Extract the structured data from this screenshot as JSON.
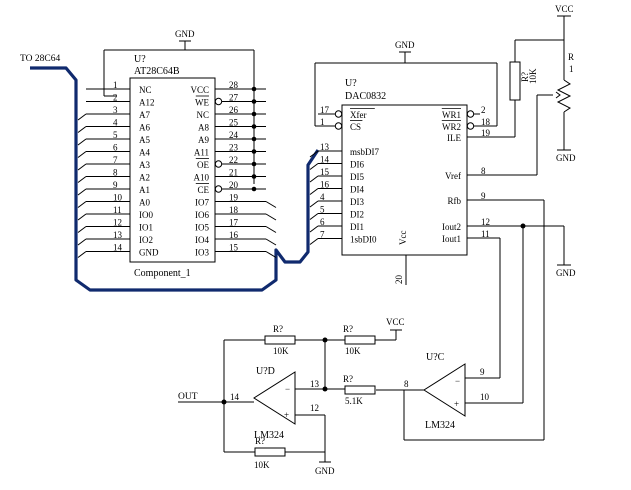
{
  "labels": {
    "to_eeprom": "TO 28C64",
    "out": "OUT"
  },
  "eeprom": {
    "ref": "U?",
    "part": "AT28C64B",
    "footer": "Component_1",
    "left_pins": [
      {
        "num": "1",
        "name": "NC"
      },
      {
        "num": "2",
        "name": "A12"
      },
      {
        "num": "3",
        "name": "A7"
      },
      {
        "num": "4",
        "name": "A6"
      },
      {
        "num": "5",
        "name": "A5"
      },
      {
        "num": "6",
        "name": "A4"
      },
      {
        "num": "7",
        "name": "A3"
      },
      {
        "num": "8",
        "name": "A2"
      },
      {
        "num": "9",
        "name": "A1"
      },
      {
        "num": "10",
        "name": "A0"
      },
      {
        "num": "11",
        "name": "IO0"
      },
      {
        "num": "12",
        "name": "IO1"
      },
      {
        "num": "13",
        "name": "IO2"
      },
      {
        "num": "14",
        "name": "GND"
      }
    ],
    "right_pins": [
      {
        "num": "28",
        "name": "VCC"
      },
      {
        "num": "27",
        "name": "WE"
      },
      {
        "num": "26",
        "name": "NC"
      },
      {
        "num": "25",
        "name": "A8"
      },
      {
        "num": "24",
        "name": "A9"
      },
      {
        "num": "23",
        "name": "A11"
      },
      {
        "num": "22",
        "name": "OE"
      },
      {
        "num": "21",
        "name": "A10"
      },
      {
        "num": "20",
        "name": "CE"
      },
      {
        "num": "19",
        "name": "IO7"
      },
      {
        "num": "18",
        "name": "IO6"
      },
      {
        "num": "17",
        "name": "IO5"
      },
      {
        "num": "16",
        "name": "IO4"
      },
      {
        "num": "15",
        "name": "IO3"
      }
    ]
  },
  "dac": {
    "ref": "U?",
    "part": "DAC0832",
    "vcc_label": "Vcc",
    "vcc_pin": "20",
    "left_pins": [
      {
        "num": "17",
        "name": "Xfer"
      },
      {
        "num": "1",
        "name": "CS"
      },
      {
        "num": "13",
        "name": "msbDI7"
      },
      {
        "num": "14",
        "name": "DI6"
      },
      {
        "num": "15",
        "name": "DI5"
      },
      {
        "num": "16",
        "name": "DI4"
      },
      {
        "num": "4",
        "name": "DI3"
      },
      {
        "num": "5",
        "name": "DI2"
      },
      {
        "num": "6",
        "name": "DI1"
      },
      {
        "num": "7",
        "name": "1sbDI0"
      }
    ],
    "right_pins": [
      {
        "num": "2",
        "name": "WR1"
      },
      {
        "num": "18",
        "name": "WR2"
      },
      {
        "num": "19",
        "name": "ILE"
      },
      {
        "num": "8",
        "name": "Vref"
      },
      {
        "num": "9",
        "name": "Rfb"
      },
      {
        "num": "12",
        "name": "Iout2"
      },
      {
        "num": "11",
        "name": "Iout1"
      }
    ]
  },
  "power": {
    "gnd": "GND",
    "vcc": "VCC"
  },
  "pot": {
    "ref": "R?",
    "value": "10K",
    "wiper_ref": "R",
    "wiper_pin": "1"
  },
  "opamp_c": {
    "ref": "U?C",
    "part": "LM324",
    "pin_inv": "9",
    "pin_noninv": "10",
    "pin_out": "8"
  },
  "opamp_d": {
    "ref": "U?D",
    "part": "LM324",
    "pin_inv": "13",
    "pin_noninv": "12",
    "pin_out": "14"
  },
  "resistors": {
    "r_top_left": {
      "ref": "R?",
      "value": "10K"
    },
    "r_top_right": {
      "ref": "R?",
      "value": "10K"
    },
    "r_mid": {
      "ref": "R?",
      "value": "5.1K"
    },
    "r_bottom": {
      "ref": "R?",
      "value": "10K"
    }
  }
}
